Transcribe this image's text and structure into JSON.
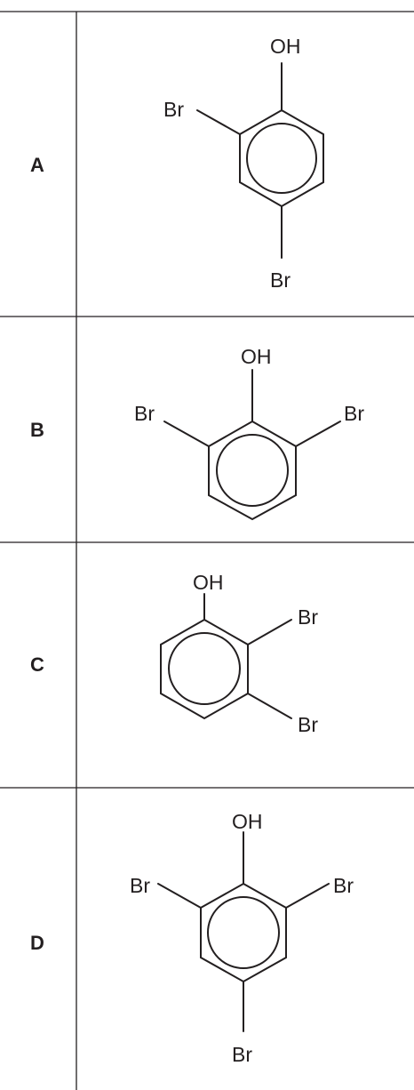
{
  "options": [
    {
      "letter": "A",
      "hydroxyl_label": "OH",
      "substituent_labels": [
        "Br",
        "Br"
      ]
    },
    {
      "letter": "B",
      "hydroxyl_label": "OH",
      "substituent_labels": [
        "Br",
        "Br"
      ]
    },
    {
      "letter": "C",
      "hydroxyl_label": "OH",
      "substituent_labels": [
        "Br",
        "Br"
      ]
    },
    {
      "letter": "D",
      "hydroxyl_label": "OH",
      "substituent_labels": [
        "Br",
        "Br",
        "Br"
      ]
    }
  ]
}
